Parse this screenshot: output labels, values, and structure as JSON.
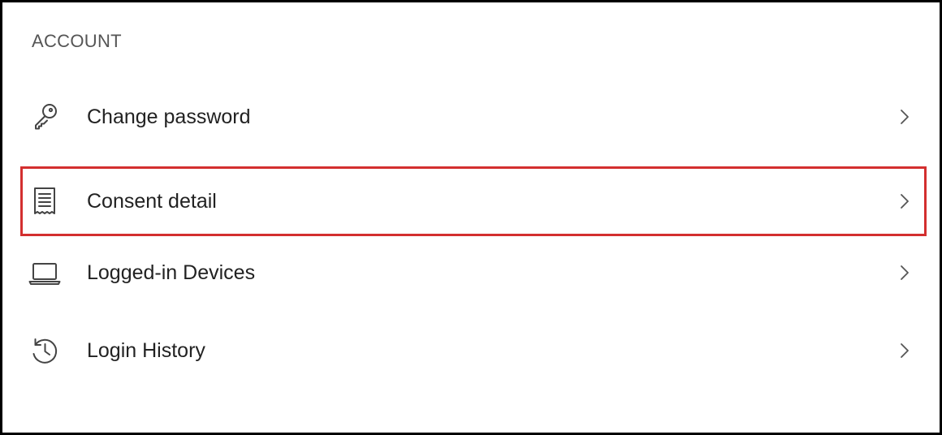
{
  "section": {
    "title": "ACCOUNT"
  },
  "items": [
    {
      "label": "Change password",
      "icon": "key-icon"
    },
    {
      "label": "Consent detail",
      "icon": "receipt-icon",
      "highlighted": true
    },
    {
      "label": "Logged-in Devices",
      "icon": "laptop-icon"
    },
    {
      "label": "Login History",
      "icon": "history-icon"
    }
  ],
  "colors": {
    "highlight_border": "#d32f2f",
    "text": "#222222",
    "section_title": "#555555",
    "icon": "#444444"
  }
}
